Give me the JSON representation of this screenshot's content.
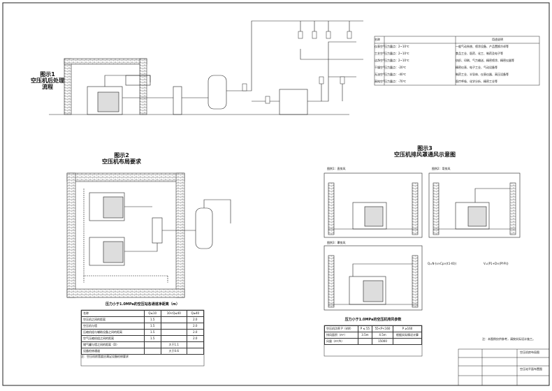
{
  "fig1": {
    "title_line1": "图示1",
    "title_line2": "空压机后处理",
    "title_line3": "流程"
  },
  "fig2": {
    "title_line1": "图示2",
    "title_line2": "空压机布局要求"
  },
  "fig3": {
    "title_line1": "图示3",
    "title_line2": "空压机排风罩通风示意图",
    "panel1": "图例1：直排风",
    "panel2": "图例2：弯排风",
    "panel3": "图例3：罩排风",
    "formula1": "Q=N·(v×Cp×(t1-t0))",
    "formula2": "V=(P1+D×(Pf·Pi))"
  },
  "spec_table": {
    "headers": [
      "名称",
      "",
      "用途说明"
    ],
    "rows": [
      [
        "仪表空气",
        "压力露点：2~10℃",
        "一般气动系统、喷涂设备、产品置换冷却等"
      ],
      [
        "工艺空气",
        "压力露点：2~10℃",
        "食品工业、医药、化工、制药及电子等"
      ],
      [
        "洁净空气",
        "压力露点：2~10℃",
        "纺织、印刷、气力输送、精密喷涂、精密仪器等"
      ],
      [
        "干燥空气",
        "压力露点：-20℃",
        "精密仪表、电子工业、气动设备等"
      ],
      [
        "无油空气",
        "压力露点：-40℃",
        "制药工业、半导体、仪表仪器、高压设备等"
      ],
      [
        "高纯空气",
        "压力露点：-70℃",
        "医疗呼吸、化学分析、精密工业等"
      ]
    ]
  },
  "table2": {
    "title": "压力小于1.0MPa的空压站各通道净距离（m）",
    "rows": [
      [
        "名称",
        "Q≤10",
        "10<Q≤40",
        "Q≥40"
      ],
      [
        "空压机之间的距离",
        "1.5",
        "",
        "2.0"
      ],
      [
        "空压机与墙",
        "1.5",
        "",
        "2.0"
      ],
      [
        "压缩机组与辅助设备之间的距离",
        "1.5",
        "",
        "2.0"
      ],
      [
        "空气压缩机组之间的距离",
        "1.5",
        "",
        "2.0"
      ],
      [
        "储气罐与墙之间的距离（D）",
        "",
        "大于1.1",
        ""
      ],
      [
        "设备检修通道",
        "",
        "大于0.6",
        ""
      ]
    ],
    "note": "注：空压机房宽度应满足设备检修要求"
  },
  "table3": {
    "title": "压力小于1.0MPa的空压机排风参数",
    "rows": [
      [
        "空压机功率 P（kW）",
        "P ≤ 55",
        "55<P<160",
        "P ≥160"
      ],
      [
        "排风面积（m²）",
        "3.5m",
        "4.5m",
        "根据实际情况计算"
      ],
      [
        "风量（m³/h）",
        "",
        "15000",
        ""
      ]
    ]
  },
  "note_bottom": "注：本图例仅供参考，请按实际设计施工。",
  "title_block": {
    "drawing_name": "空压机房布局图",
    "project": "空压站平面布置图"
  },
  "colors": {
    "line": "#222222",
    "hatch": "#555555"
  }
}
